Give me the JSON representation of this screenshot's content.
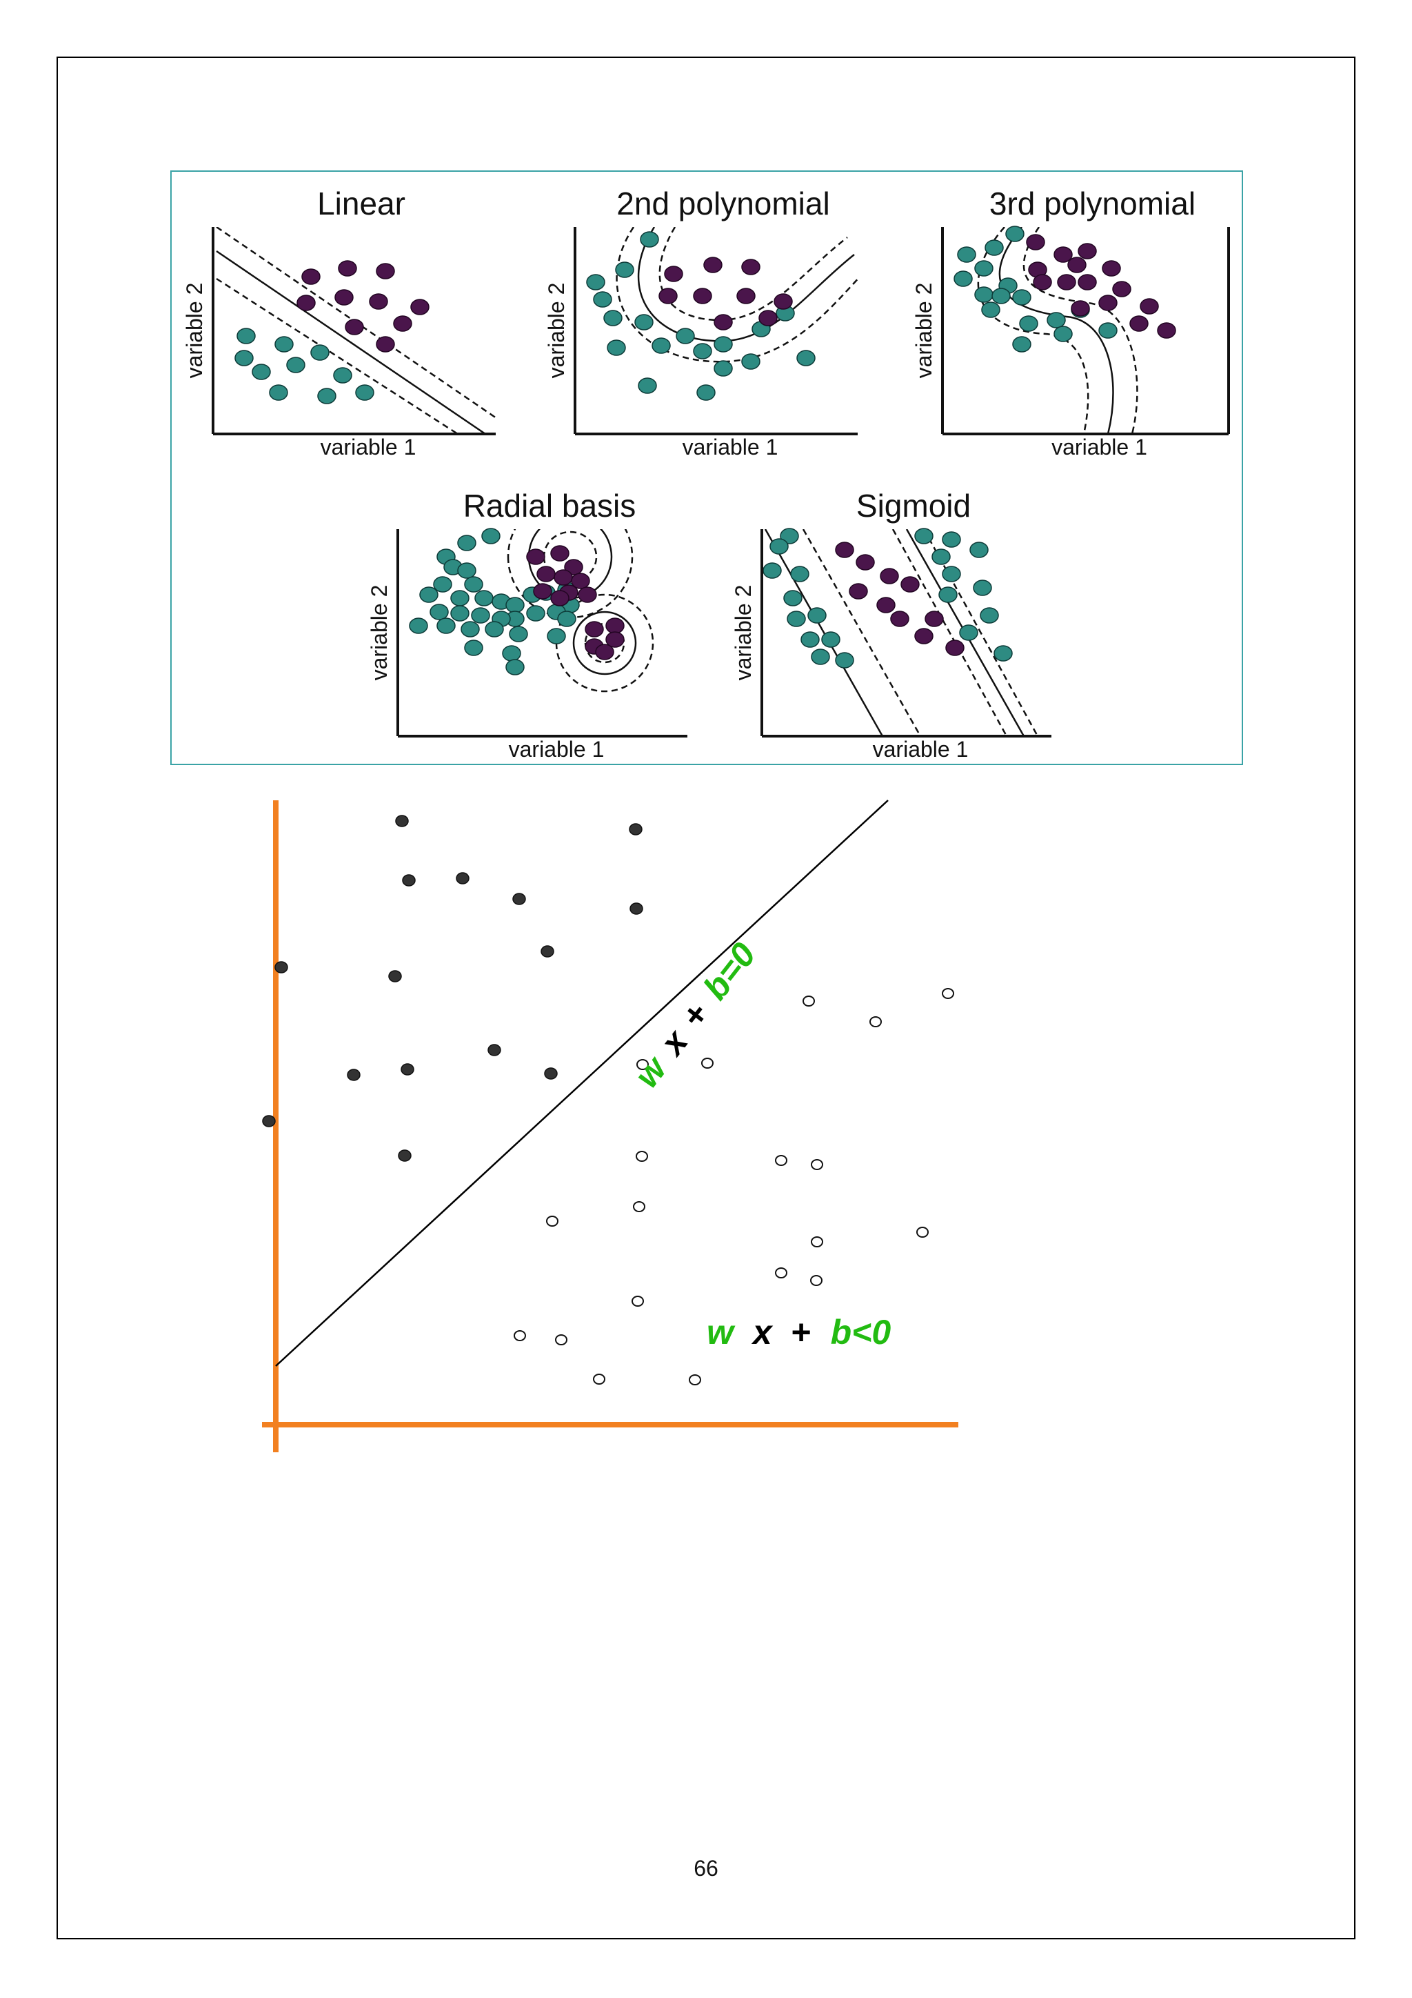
{
  "kernel_figure": {
    "panels": [
      {
        "title": "Linear",
        "xlabel": "variable 1",
        "ylabel": "variable 2"
      },
      {
        "title": "2nd polynomial",
        "xlabel": "variable 1",
        "ylabel": "variable 2"
      },
      {
        "title": "3rd polynomial",
        "xlabel": "variable 1",
        "ylabel": "variable 2"
      },
      {
        "title": "Radial basis",
        "xlabel": "variable 1",
        "ylabel": "variable 2"
      },
      {
        "title": "Sigmoid",
        "xlabel": "variable 1",
        "ylabel": "variable 2"
      }
    ],
    "colors": {
      "class_a": "#2e8b82",
      "class_b": "#4a154b",
      "frame": "#3aa3a6"
    }
  },
  "hyperplane_figure": {
    "equation_line": {
      "w": "w",
      "x": "x",
      "plus": "+",
      "b": "b=0"
    },
    "equation_region": {
      "w": "w",
      "x": "x",
      "plus": "+",
      "b": "b<0"
    },
    "colors": {
      "axes": "#f28020",
      "equation_green": "#22bb11",
      "equation_black": "#000000"
    }
  },
  "page": {
    "number": "66"
  }
}
